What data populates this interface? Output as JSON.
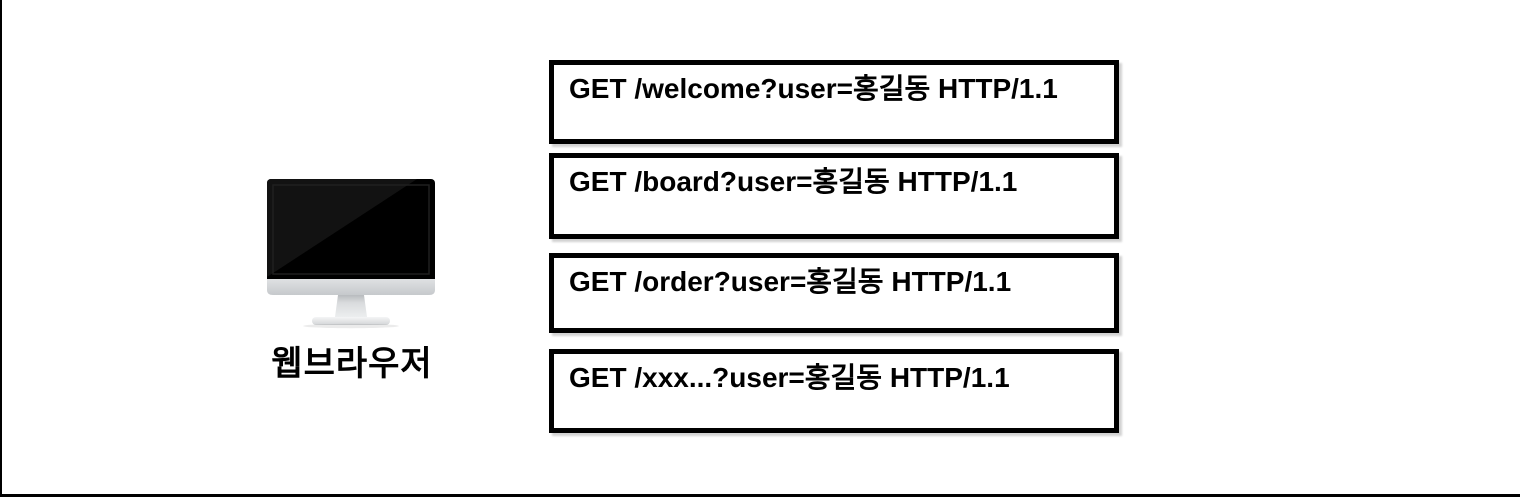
{
  "page": {
    "background": "#ffffff",
    "frame_border_color": "#000000"
  },
  "browser": {
    "label": "웹브라우저",
    "icon": "desktop-monitor-icon",
    "screen_color": "#000000",
    "body_color": "#d6d8da"
  },
  "requests": {
    "border_color": "#000000",
    "items": [
      {
        "text": "GET /welcome?user=홍길동 HTTP/1.1"
      },
      {
        "text": "GET /board?user=홍길동 HTTP/1.1"
      },
      {
        "text": "GET /order?user=홍길동 HTTP/1.1"
      },
      {
        "text": "GET /xxx...?user=홍길동 HTTP/1.1"
      }
    ]
  }
}
